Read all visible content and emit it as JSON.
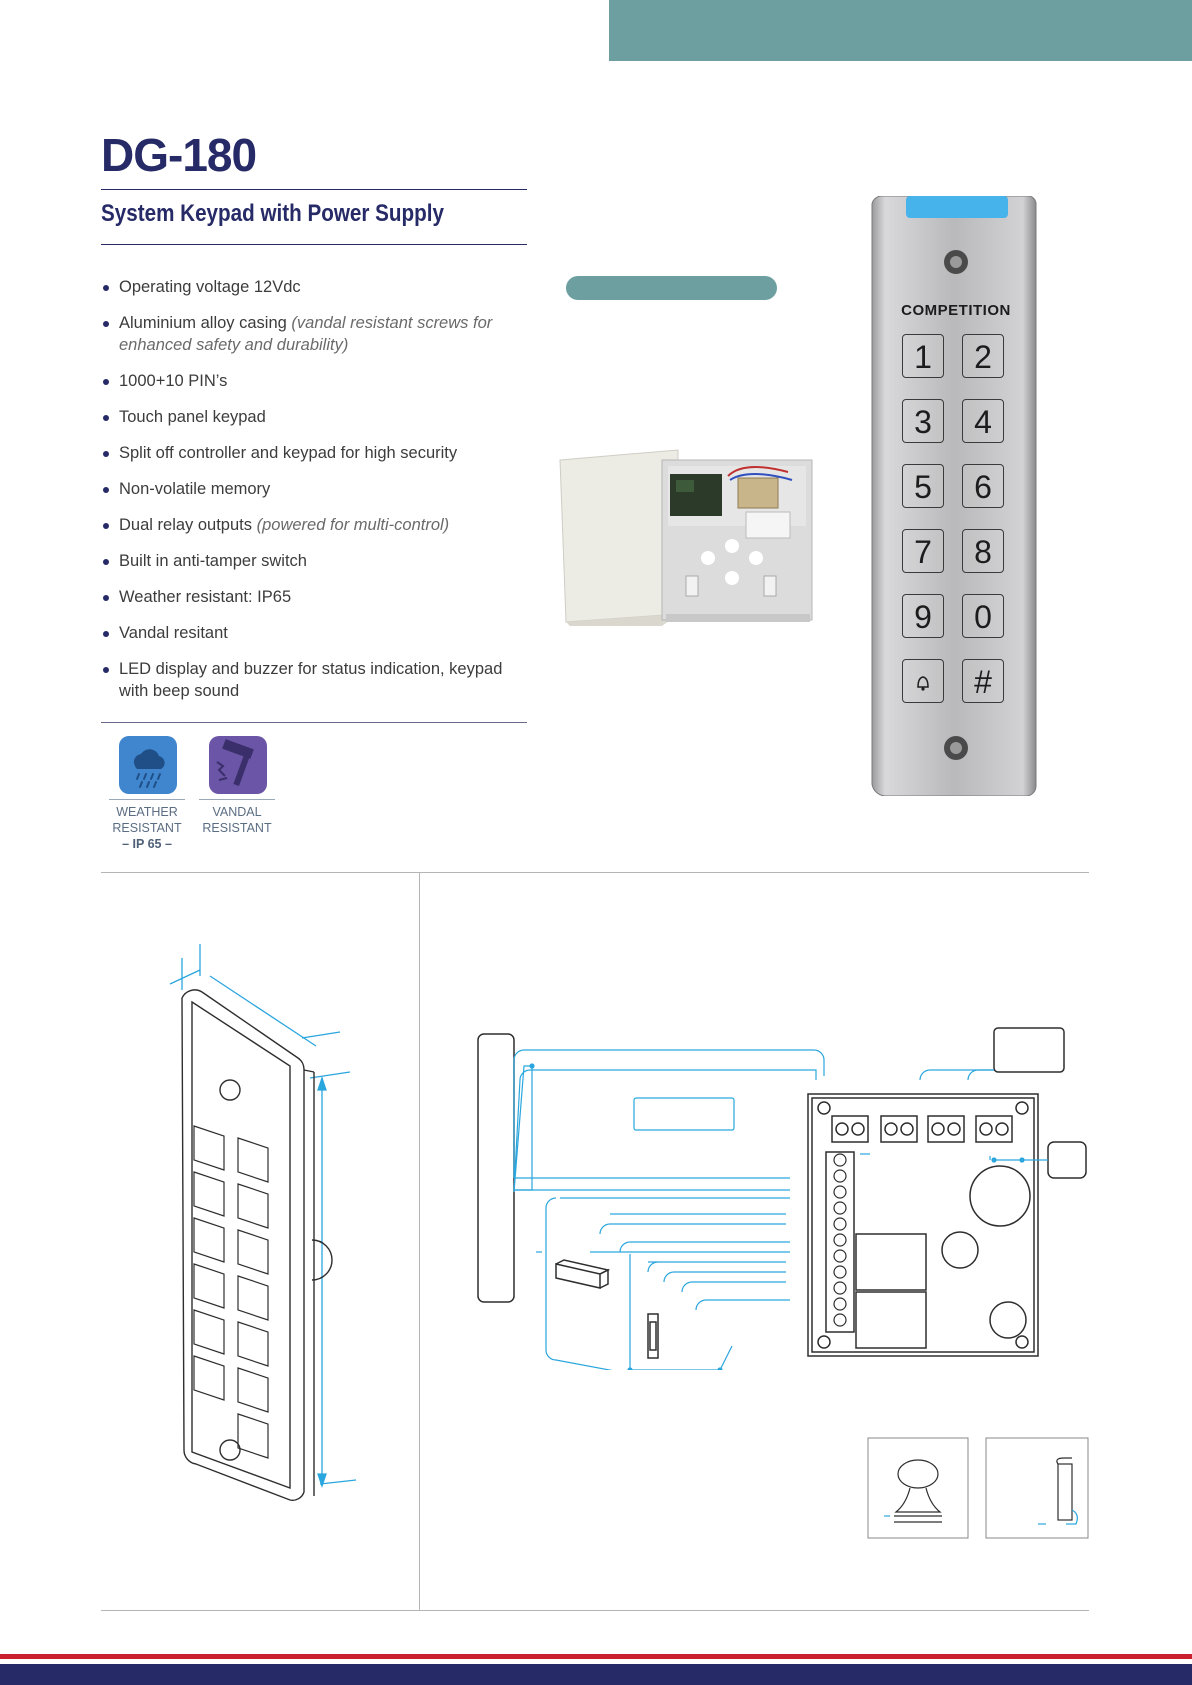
{
  "header": {
    "product_code": "DG-180",
    "subtitle": "System Keypad with Power Supply"
  },
  "features": [
    {
      "text": "Operating voltage 12Vdc",
      "note": ""
    },
    {
      "text": "Aluminium alloy casing",
      "note": "(vandal resistant screws for enhanced safety and durability)"
    },
    {
      "text": "1000+10 PIN’s",
      "note": ""
    },
    {
      "text": "Touch panel keypad",
      "note": ""
    },
    {
      "text": "Split off controller and keypad for high security",
      "note": ""
    },
    {
      "text": "Non-volatile memory",
      "note": ""
    },
    {
      "text": "Dual relay outputs",
      "note": "(powered for multi-control)"
    },
    {
      "text": "Built in anti-tamper switch",
      "note": ""
    },
    {
      "text": "Weather resistant: IP65",
      "note": ""
    },
    {
      "text": "Vandal resitant",
      "note": ""
    },
    {
      "text": "LED display and buzzer for status indication, keypad with beep sound",
      "note": ""
    }
  ],
  "badges": {
    "weather": {
      "line1": "WEATHER",
      "line2": "RESISTANT",
      "line3": "– IP 65 –",
      "icon": "rain-cloud-icon",
      "color": "#3f86cf"
    },
    "vandal": {
      "line1": "VANDAL",
      "line2": "RESISTANT",
      "icon": "hammer-icon",
      "color": "#6a55a6"
    }
  },
  "keypad": {
    "brand": "COMPETITION",
    "keys": [
      "1",
      "2",
      "3",
      "4",
      "5",
      "6",
      "7",
      "8",
      "9",
      "0",
      "",
      "#"
    ],
    "led_color": "#46b3ea"
  },
  "colors": {
    "navy": "#262a66",
    "teal": "#6d9fa0",
    "diagram_blue": "#2aa6de",
    "footer_red": "#c8202f"
  }
}
